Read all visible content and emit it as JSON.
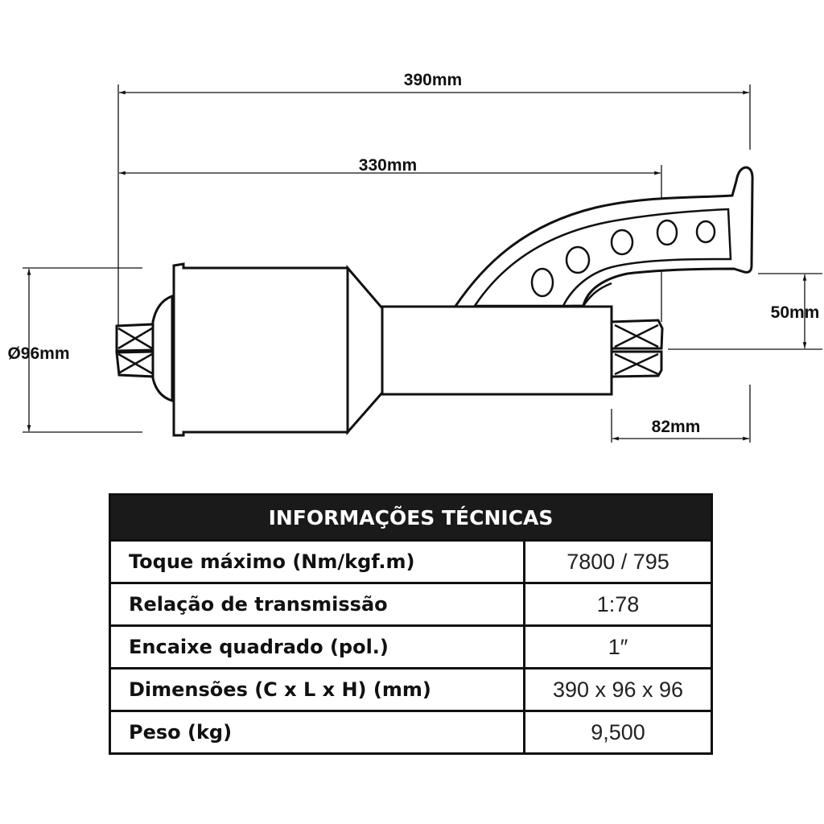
{
  "dimensions": {
    "total_length": "390mm",
    "body_length": "330mm",
    "diameter": "Ø96mm",
    "handle_offset": "50mm",
    "handle_width": "82mm"
  },
  "table": {
    "title": "INFORMAÇÕES TÉCNICAS",
    "rows": [
      {
        "label": "Toque máximo (Nm/kgf.m)",
        "value": "7800 / 795"
      },
      {
        "label": "Relação de transmissão",
        "value": "1:78"
      },
      {
        "label": "Encaixe quadrado (pol.)",
        "value": "1″"
      },
      {
        "label": "Dimensões (C x L x H) (mm)",
        "value": "390 x 96 x 96"
      },
      {
        "label": "Peso (kg)",
        "value": "9,500"
      }
    ]
  }
}
